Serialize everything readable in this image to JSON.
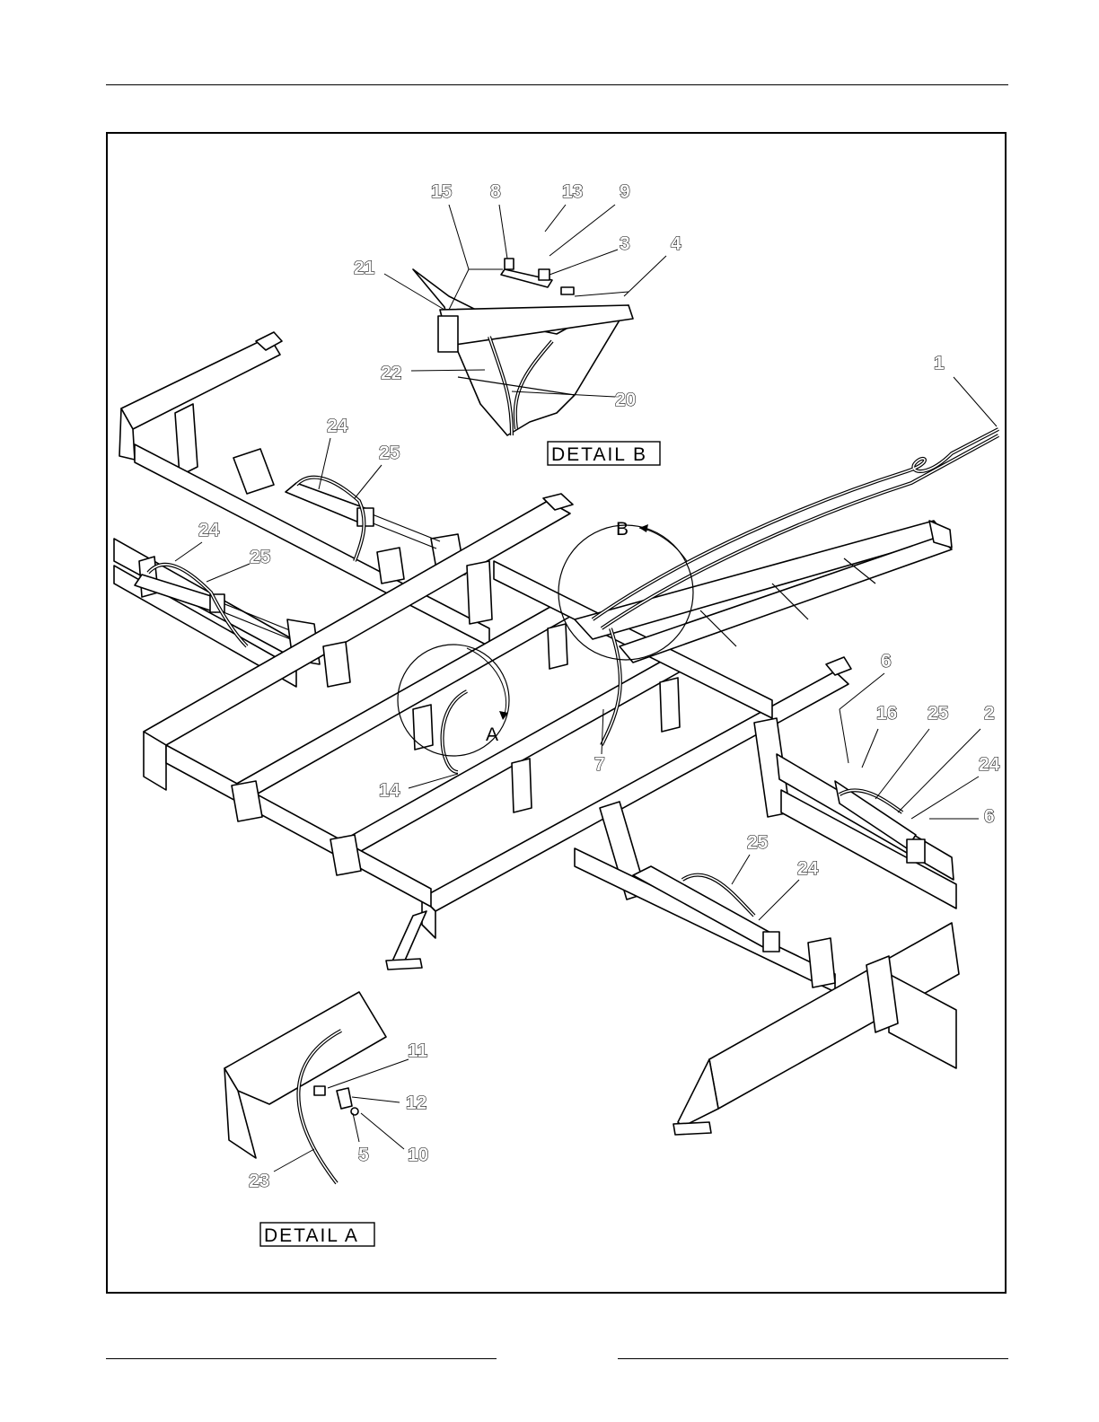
{
  "callouts": [
    {
      "id": "c15",
      "text": "15"
    },
    {
      "id": "c8",
      "text": "8"
    },
    {
      "id": "c13",
      "text": "13"
    },
    {
      "id": "c9",
      "text": "9"
    },
    {
      "id": "c3",
      "text": "3"
    },
    {
      "id": "c4",
      "text": "4"
    },
    {
      "id": "c21",
      "text": "21"
    },
    {
      "id": "c22",
      "text": "22"
    },
    {
      "id": "c20",
      "text": "20"
    },
    {
      "id": "c1",
      "text": "1"
    },
    {
      "id": "c24a",
      "text": "24"
    },
    {
      "id": "c25a",
      "text": "25"
    },
    {
      "id": "c24b",
      "text": "24"
    },
    {
      "id": "c25b",
      "text": "25"
    },
    {
      "id": "c6a",
      "text": "6"
    },
    {
      "id": "c16",
      "text": "16"
    },
    {
      "id": "c25c",
      "text": "25"
    },
    {
      "id": "c2",
      "text": "2"
    },
    {
      "id": "c24c",
      "text": "24"
    },
    {
      "id": "c6b",
      "text": "6"
    },
    {
      "id": "c7",
      "text": "7"
    },
    {
      "id": "c14",
      "text": "14"
    },
    {
      "id": "c25d",
      "text": "25"
    },
    {
      "id": "c24d",
      "text": "24"
    },
    {
      "id": "c11",
      "text": "11"
    },
    {
      "id": "c12",
      "text": "12"
    },
    {
      "id": "c5",
      "text": "5"
    },
    {
      "id": "c10",
      "text": "10"
    },
    {
      "id": "c23",
      "text": "23"
    }
  ],
  "detail_b_label": "DETAIL B",
  "detail_a_label": "DETAIL A",
  "view_marker_a": "A",
  "view_marker_b": "B"
}
